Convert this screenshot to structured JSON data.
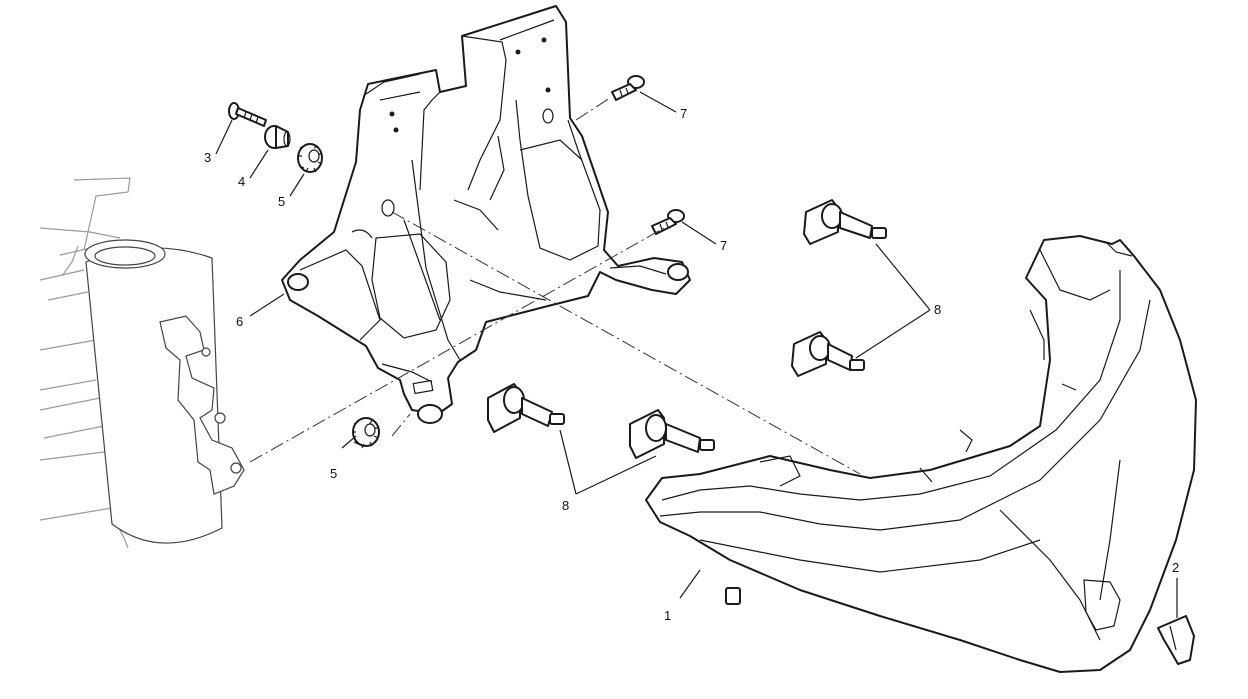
{
  "callouts": [
    {
      "id": "c1",
      "text": "1"
    },
    {
      "id": "c2",
      "text": "2"
    },
    {
      "id": "c3",
      "text": "3"
    },
    {
      "id": "c4",
      "text": "4"
    },
    {
      "id": "c5a",
      "text": "5"
    },
    {
      "id": "c5b",
      "text": "5"
    },
    {
      "id": "c6",
      "text": "6"
    },
    {
      "id": "c7a",
      "text": "7"
    },
    {
      "id": "c7b",
      "text": "7"
    },
    {
      "id": "c8a",
      "text": "8"
    },
    {
      "id": "c8b",
      "text": "8"
    }
  ]
}
